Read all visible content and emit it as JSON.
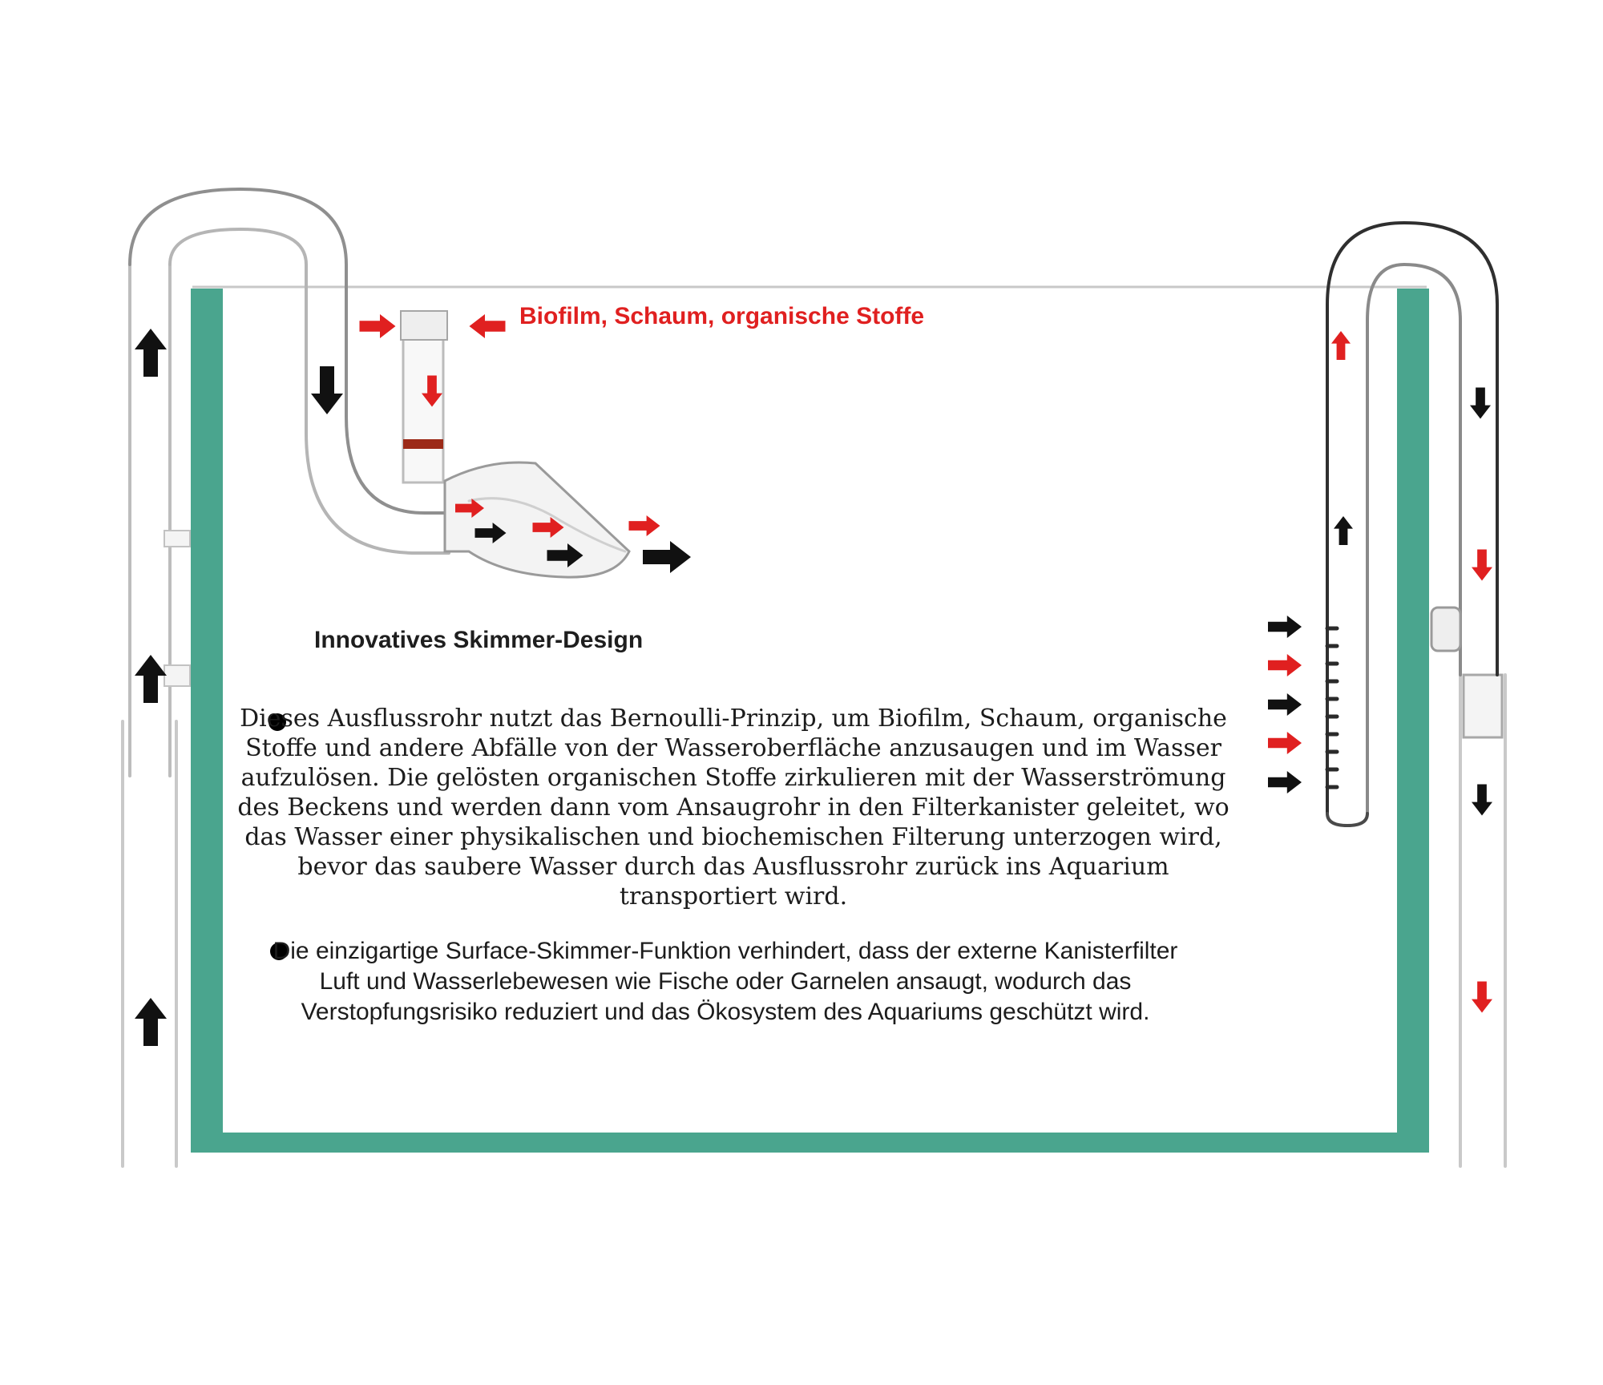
{
  "colors": {
    "tank_wall": "#4aa58e",
    "arrow_red": "#e02020",
    "arrow_black": "#111111",
    "label_red": "#e02020"
  },
  "labels": {
    "skimmer_intake": "Biofilm, Schaum, organische Stoffe",
    "heading": "Innovatives Skimmer-Design"
  },
  "paragraph_1": "Dieses Ausflussrohr nutzt das Bernoulli-Prinzip, um Biofilm, Schaum, organische Stoffe und andere Abfälle von der Wasseroberfläche anzusaugen und im Wasser aufzulösen. Die gelösten organischen Stoffe zirkulieren mit der Wasserströmung des Beckens und werden dann vom Ansaugrohr in den Filterkanister geleitet, wo das Wasser einer physikalischen und biochemischen Filterung unterzogen wird, bevor das saubere Wasser durch das Ausflussrohr zurück ins Aquarium transportiert wird.",
  "paragraph_2": "Die einzigartige Surface-Skimmer-Funktion verhindert, dass der externe Kanisterfilter Luft und Wasserlebewesen wie Fische oder Garnelen ansaugt, wodurch das Verstopfungsrisiko reduziert und das Ökosystem des Aquariums geschützt wird.",
  "icons": {
    "arrow_up": "arrow-up-icon",
    "arrow_down": "arrow-down-icon",
    "arrow_right": "arrow-right-icon",
    "bullet": "bullet-icon"
  }
}
